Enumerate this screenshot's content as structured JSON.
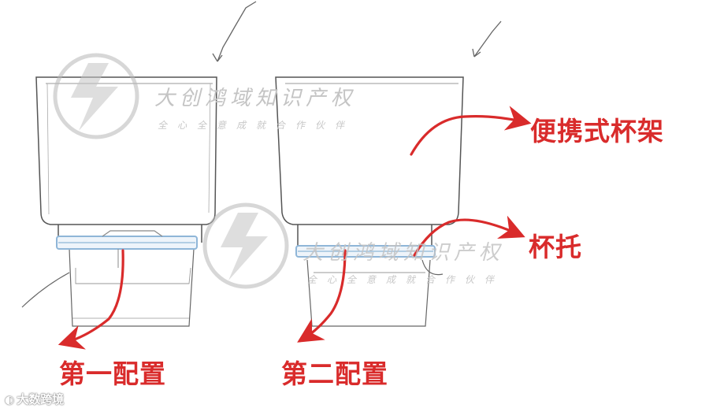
{
  "labels": {
    "cup_holder": "便携式杯架",
    "cup_tray": "杯托",
    "config_one": "第一配置",
    "config_two": "第二配置"
  },
  "watermark": {
    "title": "大创鸿域知识产权",
    "subtitle": "全心全意成就合作伙伴"
  },
  "brand": {
    "icon": "dashu-logo-icon",
    "text": "大数跨境"
  },
  "colors": {
    "annotation_red": "#d92b2b",
    "line_drawing": "#555555",
    "tray_blue": "#8fb6d8",
    "watermark_gray": "#c4c4c4"
  }
}
